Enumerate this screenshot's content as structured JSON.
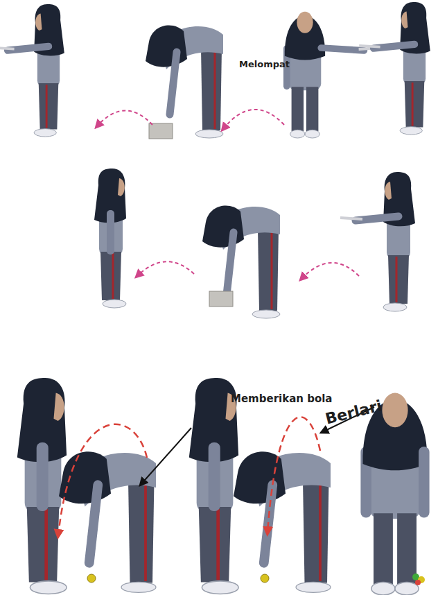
{
  "diagram": {
    "labels": [
      "Melompat",
      "Memberikan bola",
      "Berlari"
    ]
  }
}
